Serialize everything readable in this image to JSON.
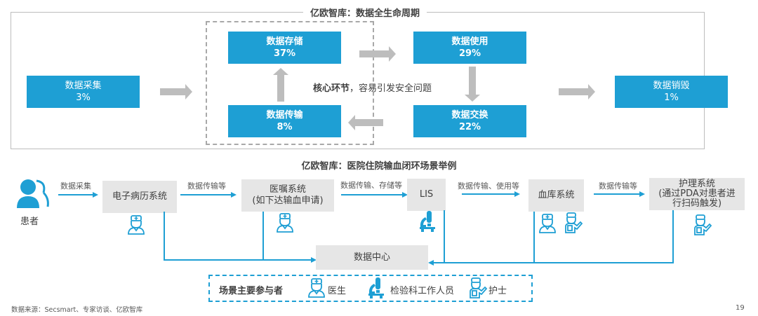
{
  "lifecycle": {
    "title": "亿欧智库：数据全生命周期",
    "stages": {
      "collect": {
        "name": "数据采集",
        "pct": "3%"
      },
      "storage": {
        "name": "数据存储",
        "pct": "37%"
      },
      "use": {
        "name": "数据使用",
        "pct": "29%"
      },
      "transfer": {
        "name": "数据传输",
        "pct": "8%"
      },
      "exchange": {
        "name": "数据交换",
        "pct": "22%"
      },
      "destroy": {
        "name": "数据销毁",
        "pct": "1%"
      }
    },
    "core_note_bold": "核心环节",
    "core_note_rest": "，容易引发安全问题"
  },
  "scenario": {
    "title": "亿欧智库：医院住院输血闭环场景举例",
    "patient_label": "患者",
    "nodes": {
      "emr": "电子病历系统",
      "order_line1": "医嘱系统",
      "order_line2": "(如下达输血申请)",
      "lis": "LIS",
      "bloodbank": "血库系统",
      "nursing_line1": "护理系统",
      "nursing_line2": "(通过PDA对患者进",
      "nursing_line3": "行扫码触发)",
      "datacenter": "数据中心"
    },
    "flows": {
      "f1": "数据采集",
      "f2": "数据传输等",
      "f3": "数据传输、存储等",
      "f4": "数据传输、使用等",
      "f5": "数据传输等"
    },
    "legend": {
      "title": "场景主要参与者",
      "doctor": "医生",
      "lab": "检验科工作人员",
      "nurse": "护士"
    }
  },
  "footer": {
    "source": "数据来源：Secsmart、专家访谈、亿欧智库",
    "page": "19"
  },
  "colors": {
    "primary_blue": "#1e9fd4",
    "arrow_gray": "#bdbdbd",
    "node_gray": "#e6e6e6"
  }
}
